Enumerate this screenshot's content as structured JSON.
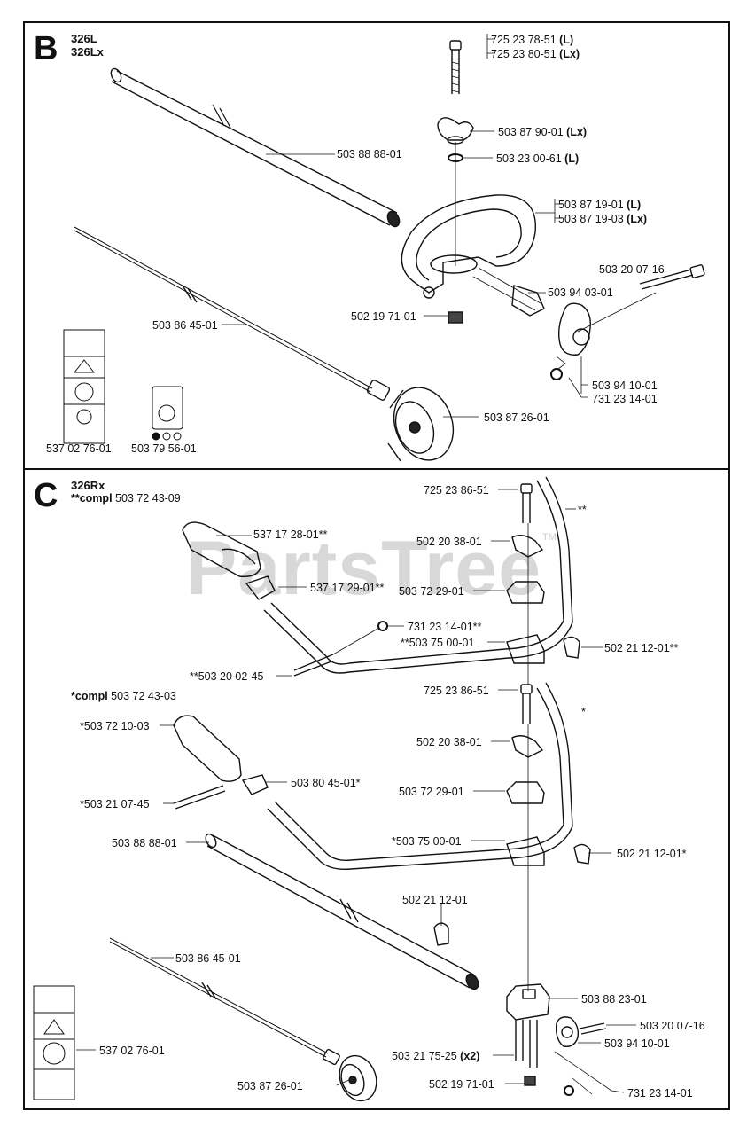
{
  "sections": {
    "b": {
      "letter": "B",
      "model_line1": "326L",
      "model_line2": "326Lx"
    },
    "c": {
      "letter": "C",
      "model_line1": "326Rx",
      "compl_top_prefix": "**compl",
      "compl_top_number": "503 72 43-09",
      "compl_mid_prefix": "*compl",
      "compl_mid_number": "503 72 43-03"
    }
  },
  "watermark": {
    "text": "PartsTree",
    "tm": "TM"
  },
  "labels_b": {
    "bolt_l": "725 23 78-51",
    "bolt_l_suffix": "(L)",
    "bolt_lx": "725 23 80-51",
    "bolt_lx_suffix": "(Lx)",
    "knob": "503 87 90-01",
    "knob_suffix": "(Lx)",
    "washer": "503 23 00-61",
    "washer_suffix": "(L)",
    "handle_l": "503 87 19-01",
    "handle_l_suffix": "(L)",
    "handle_lx": "503 87 19-03",
    "handle_lx_suffix": "(Lx)",
    "tube": "503 88 88-01",
    "screw": "503 20 07-16",
    "bracket": "503 94 03-01",
    "nut_plate": "502 19 71-01",
    "shaft": "503 86 45-01",
    "clamp": "503 94 10-01",
    "locknut": "731 23 14-01",
    "wheel": "503 87 26-01",
    "decal1": "537 02 76-01",
    "decal2": "503 79 56-01"
  },
  "labels_c": {
    "bolt_top": "725 23 86-51",
    "grip_top": "537 17 28-01**",
    "knob_top": "502 20 38-01",
    "clip_top": "537 17 29-01**",
    "block_top": "503 72 29-01",
    "locknut_top": "731 23 14-01**",
    "clamp_top": "**503 75 00-01",
    "hanger_top": "502 21 12-01**",
    "screw_top": "**503 20 02-45",
    "bar_mark_top": "**",
    "bolt_mid": "725 23 86-51",
    "grip_mid": "*503 72 10-03",
    "bar_mark_mid": "*",
    "knob_mid": "502 20 38-01",
    "clip_mid": "503 80 45-01*",
    "screw_mid": "*503 21 07-45",
    "block_mid": "503 72 29-01",
    "tube": "503 88 88-01",
    "clamp_mid": "*503 75 00-01",
    "hanger_mid": "502 21 12-01*",
    "hanger": "502 21 12-01",
    "shaft": "503 86 45-01",
    "bracket": "503 88 23-01",
    "screw2": "503 20 07-16",
    "screws_x2": "503 21 75-25",
    "screws_x2_suffix": "(x2)",
    "clamp": "503 94 10-01",
    "decal": "537 02 76-01",
    "nut_plate": "502 19 71-01",
    "wheel": "503 87 26-01",
    "locknut": "731 23 14-01"
  }
}
